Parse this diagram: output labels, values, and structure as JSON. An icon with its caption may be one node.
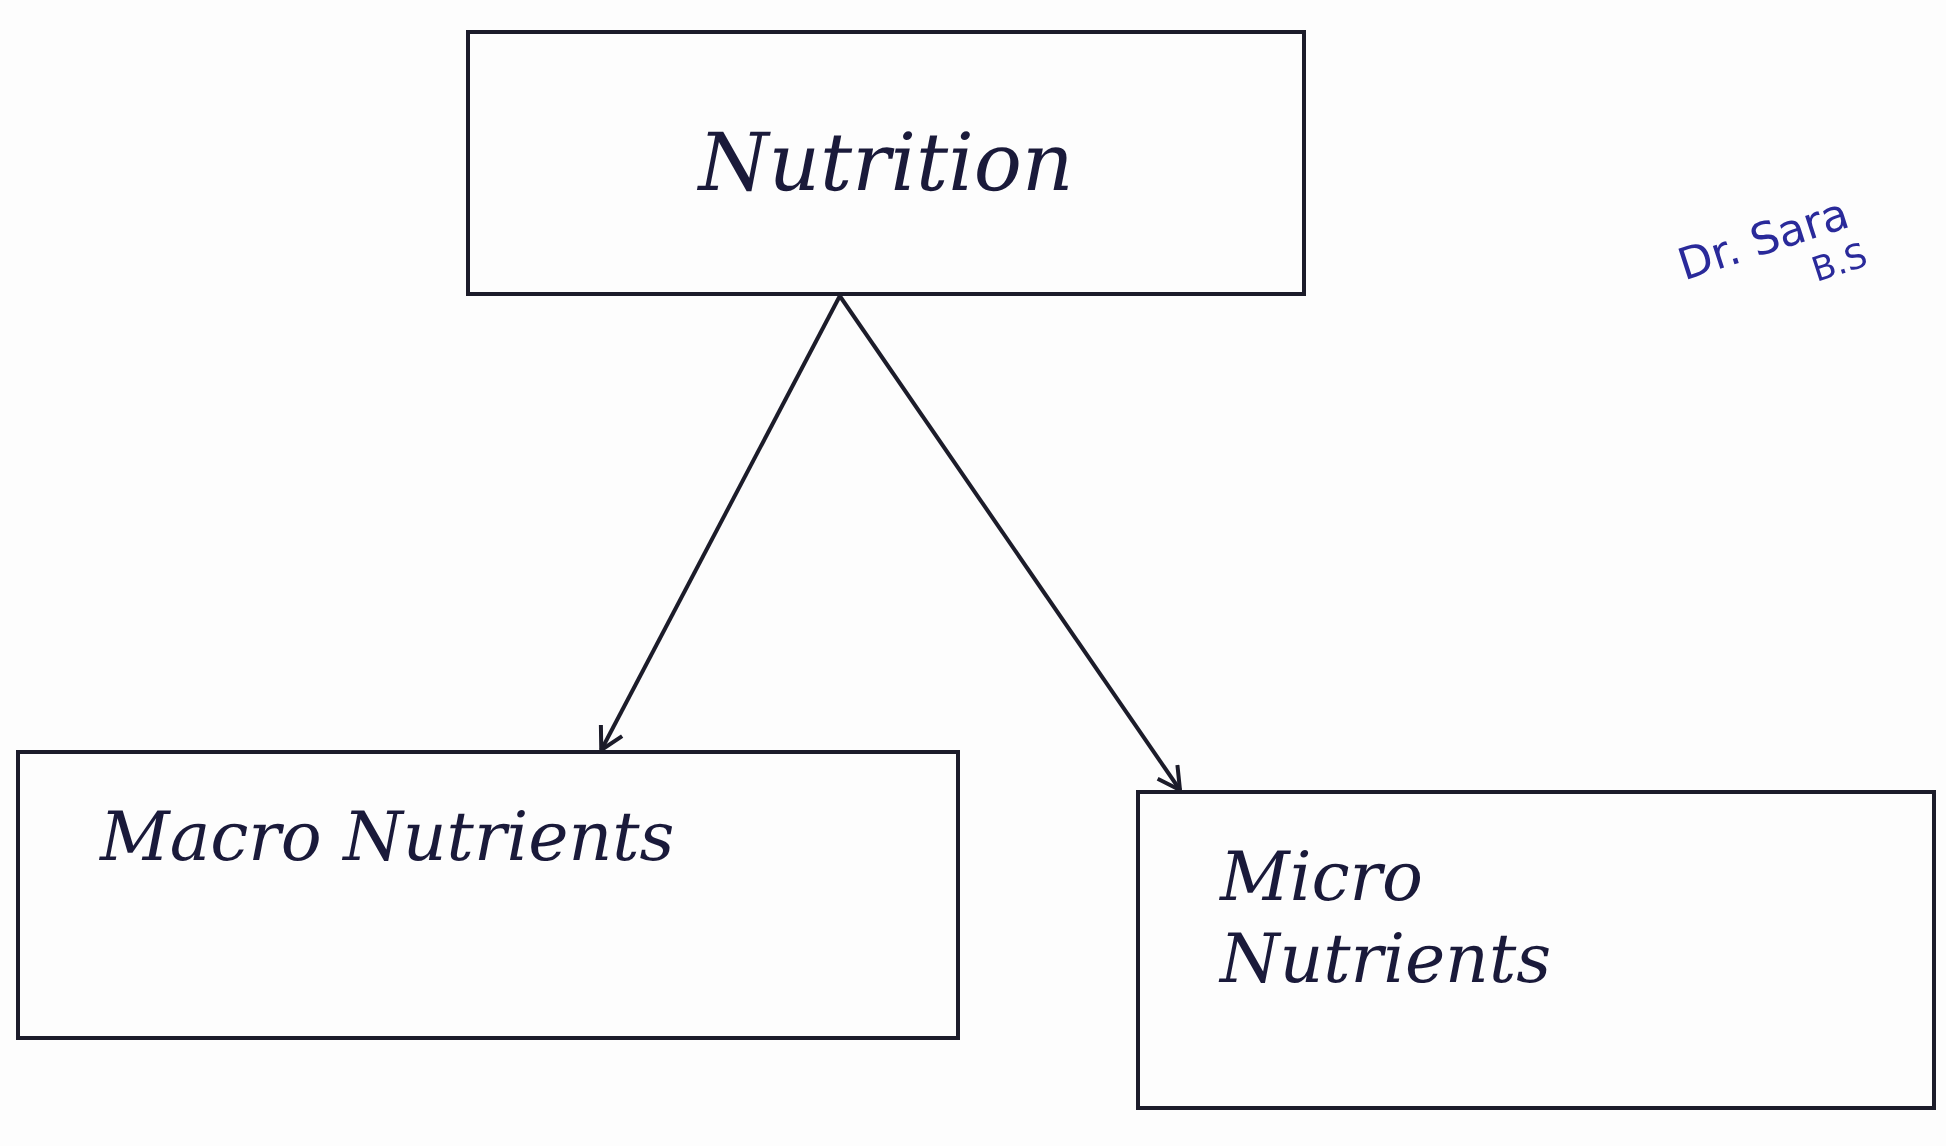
{
  "diagram": {
    "nodes": [
      {
        "text": [
          "Nutrition"
        ]
      },
      {
        "text": [
          "Macro Nutrients"
        ]
      },
      {
        "text": [
          "Micro Nutrients"
        ]
      }
    ],
    "edges": [
      {
        "from": 0,
        "to": 1,
        "arrow": "to"
      },
      {
        "from": 0,
        "to": 2,
        "arrow": "to"
      }
    ],
    "labels": [
      "Dr. Sara",
      "B.S"
    ]
  }
}
